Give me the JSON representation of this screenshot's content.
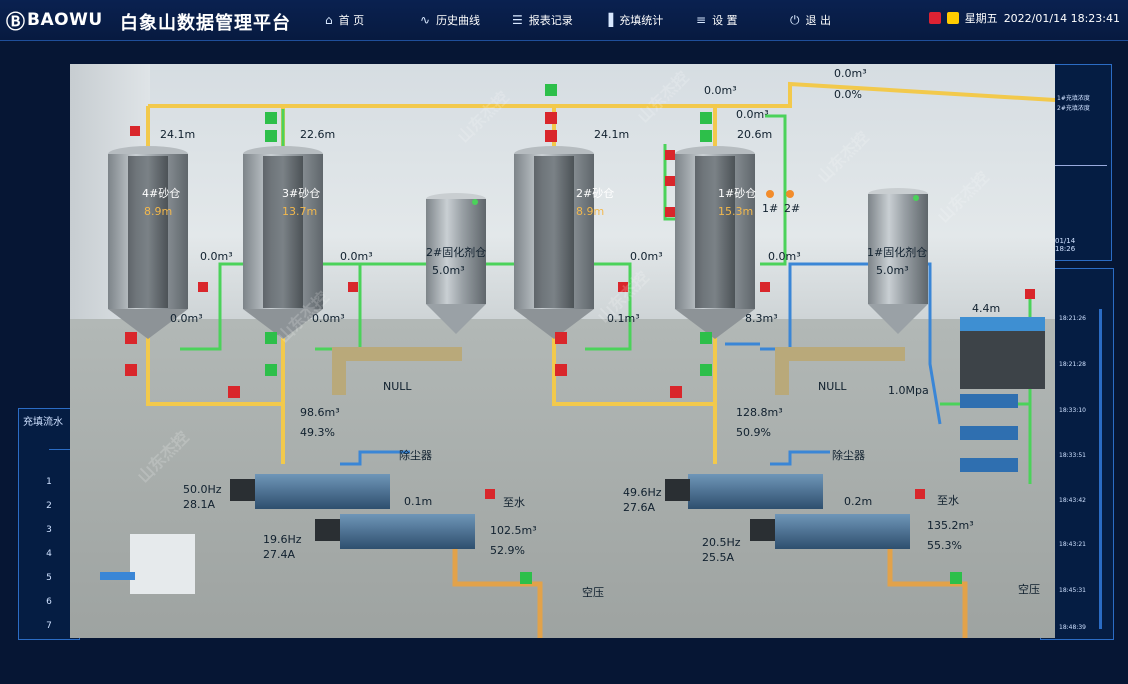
{
  "header": {
    "brand": "BAOWU",
    "title": "白象山数据管理平台",
    "nav": [
      {
        "label": "首  页",
        "icon": "home-icon"
      },
      {
        "label": "历史曲线",
        "icon": "chart-icon"
      },
      {
        "label": "报表记录",
        "icon": "document-icon"
      },
      {
        "label": "充填统计",
        "icon": "bar-chart-icon"
      },
      {
        "label": "设  置",
        "icon": "settings-icon"
      },
      {
        "label": "退  出",
        "icon": "power-icon"
      }
    ],
    "status": {
      "weekday": "星期五",
      "datetime": "2022/01/14 18:23:41"
    }
  },
  "left_panel": {
    "title": "充填流水",
    "rows": [
      "1",
      "2",
      "3",
      "4",
      "5",
      "6",
      "7"
    ]
  },
  "right_top": {
    "lines": [
      "1#充填浓度",
      "2#充填浓度"
    ],
    "date": "01/14",
    "time": "18:26"
  },
  "right_bottom": {
    "times": [
      "18:21:26",
      "18:21:28",
      "18:33:10",
      "18:33:51",
      "18:43:42",
      "18:43:21",
      "18:45:31",
      "18:48:39"
    ]
  },
  "scene": {
    "pipe_top": {
      "flow": "0.0m³",
      "percent": "0.0%"
    },
    "silos": [
      {
        "name": "4#砂仓",
        "level": "8.9m",
        "top_level": "24.1m",
        "outlet": "0.0m³",
        "side": "0.0m³"
      },
      {
        "name": "3#砂仓",
        "level": "13.7m",
        "top_level": "22.6m",
        "outlet": "0.0m³",
        "side": "0.0m³"
      },
      {
        "name": "2#砂仓",
        "level": "8.9m",
        "top_level": "24.1m",
        "outlet": "0.0m³",
        "side": "0.1m³"
      },
      {
        "name": "1#砂仓",
        "level": "15.3m",
        "top_level": "20.6m",
        "outlet": "0.0m³",
        "side": "8.3m³"
      }
    ],
    "agent_silos": [
      {
        "name": "2#固化剂仓",
        "level": "5.0m³",
        "screw": "NULL"
      },
      {
        "name": "1#固化剂仓",
        "level": "5.0m³",
        "screw": "NULL"
      }
    ],
    "top_flows": {
      "a": "0.0m³",
      "b": "0.0m³"
    },
    "left_line": {
      "flow": "98.6m³",
      "percent": "49.3%",
      "mixer1_hz": "50.0Hz",
      "mixer1_a": "28.1A",
      "mixer2_hz": "19.6Hz",
      "mixer2_a": "27.4A",
      "level": "0.1m",
      "flow2": "102.5m³",
      "percent2": "52.9%"
    },
    "right_line": {
      "flow": "128.8m³",
      "percent": "50.9%",
      "mixer1_hz": "49.6Hz",
      "mixer1_a": "27.6A",
      "mixer2_hz": "20.5Hz",
      "mixer2_a": "25.5A",
      "level": "0.2m",
      "flow2": "135.2m³",
      "percent2": "55.3%"
    },
    "tank": {
      "level": "4.4m",
      "pressure": "1.0Mpa"
    },
    "labels": {
      "dust": "除尘器",
      "water": "至水",
      "air": "空压",
      "fan1": "1#",
      "fan2": "2#"
    }
  },
  "watermark": "山东杰控",
  "colors": {
    "pipe_yellow": "#f2c94c",
    "pipe_green": "#4bd25a",
    "pipe_blue": "#3a86d6",
    "valve_red": "#d9262b",
    "valve_green": "#2dbf4a",
    "header": "#0a2150"
  }
}
